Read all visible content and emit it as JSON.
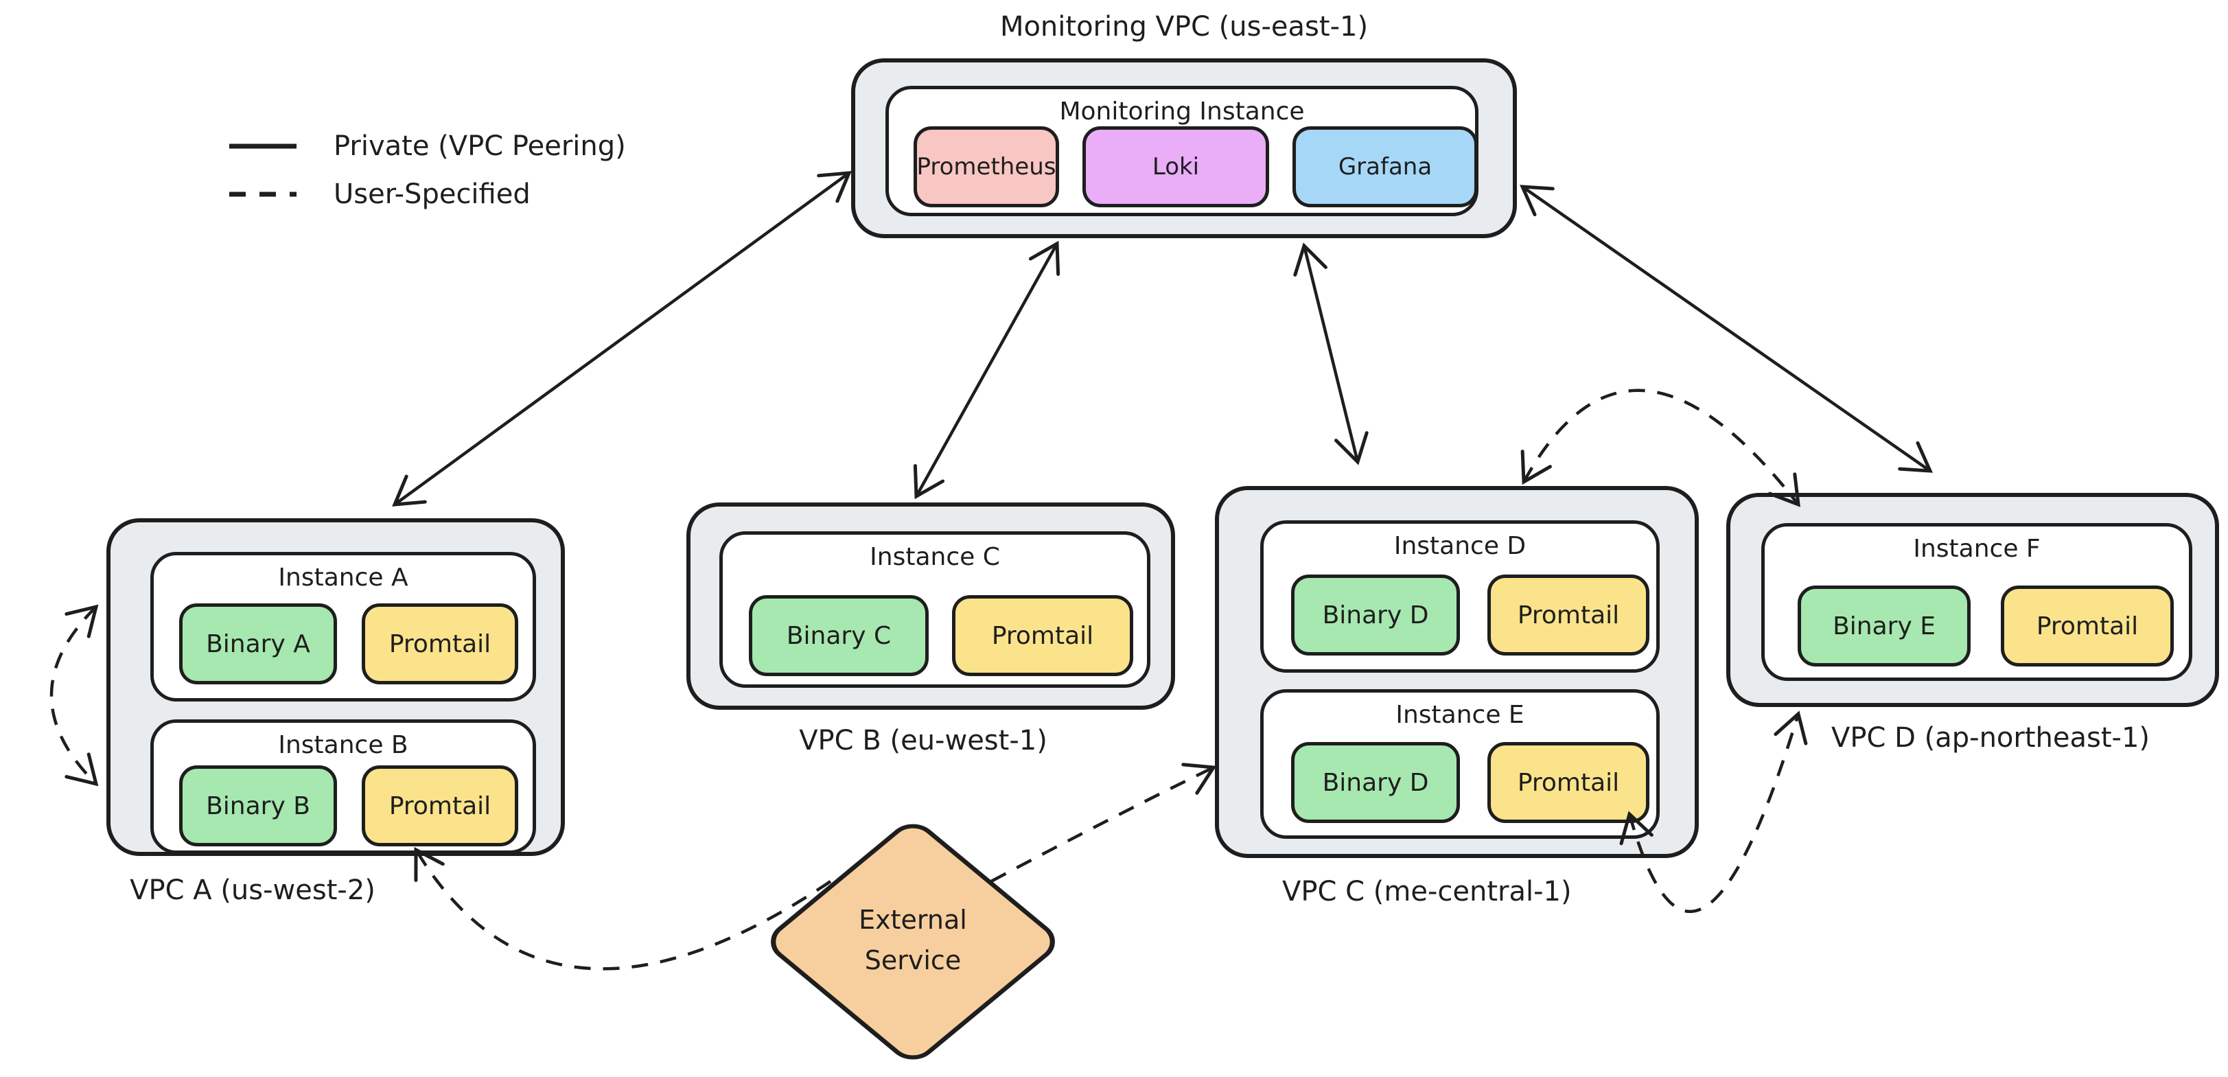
{
  "legend": {
    "items": [
      {
        "style": "solid",
        "label": "Private (VPC Peering)"
      },
      {
        "style": "dashed",
        "label": "User-Specified"
      }
    ]
  },
  "monitoring_vpc": {
    "label": "Monitoring VPC (us-east-1)",
    "instance": {
      "label": "Monitoring Instance",
      "services": [
        "Prometheus",
        "Loki",
        "Grafana"
      ]
    }
  },
  "vpcs": [
    {
      "label": "VPC A (us-west-2)",
      "instances": [
        {
          "label": "Instance A",
          "binary": "Binary A",
          "agent": "Promtail"
        },
        {
          "label": "Instance B",
          "binary": "Binary B",
          "agent": "Promtail"
        }
      ]
    },
    {
      "label": "VPC B (eu-west-1)",
      "instances": [
        {
          "label": "Instance C",
          "binary": "Binary C",
          "agent": "Promtail"
        }
      ]
    },
    {
      "label": "VPC C (me-central-1)",
      "instances": [
        {
          "label": "Instance D",
          "binary": "Binary D",
          "agent": "Promtail"
        },
        {
          "label": "Instance E",
          "binary": "Binary D",
          "agent": "Promtail"
        }
      ]
    },
    {
      "label": "VPC D (ap-northeast-1)",
      "instances": [
        {
          "label": "Instance F",
          "binary": "Binary E",
          "agent": "Promtail"
        }
      ]
    }
  ],
  "external_service": {
    "line1": "External",
    "line2": "Service"
  },
  "edges": [
    {
      "from": "Monitoring VPC",
      "to": "VPC A",
      "type": "private",
      "bidirectional": true
    },
    {
      "from": "Monitoring VPC",
      "to": "VPC B",
      "type": "private",
      "bidirectional": true
    },
    {
      "from": "Monitoring VPC",
      "to": "VPC C",
      "type": "private",
      "bidirectional": true
    },
    {
      "from": "Monitoring VPC",
      "to": "VPC D",
      "type": "private",
      "bidirectional": true
    },
    {
      "from": "Instance A",
      "to": "Instance B",
      "type": "user-specified",
      "bidirectional": true
    },
    {
      "from": "External Service",
      "to": "VPC A (Instance B)",
      "type": "user-specified",
      "bidirectional": false
    },
    {
      "from": "External Service",
      "to": "VPC C (Instance E)",
      "type": "user-specified",
      "bidirectional": false
    },
    {
      "from": "VPC C (Instance D)",
      "to": "VPC D (Instance F)",
      "type": "user-specified",
      "bidirectional": true
    },
    {
      "from": "VPC C (Instance E)",
      "to": "VPC D (Instance F)",
      "type": "user-specified",
      "bidirectional": true
    }
  ],
  "colors": {
    "stroke": "#1e1e1e",
    "vpc_fill": "#e9ecef",
    "instance_fill": "#ffffff",
    "binary_fill": "#a6e8af",
    "promtail_fill": "#fbe38b",
    "prometheus_fill": "#f8c6c3",
    "loki_fill": "#e9aef7",
    "grafana_fill": "#a6d7f7",
    "external_fill": "#f7cf9e"
  }
}
